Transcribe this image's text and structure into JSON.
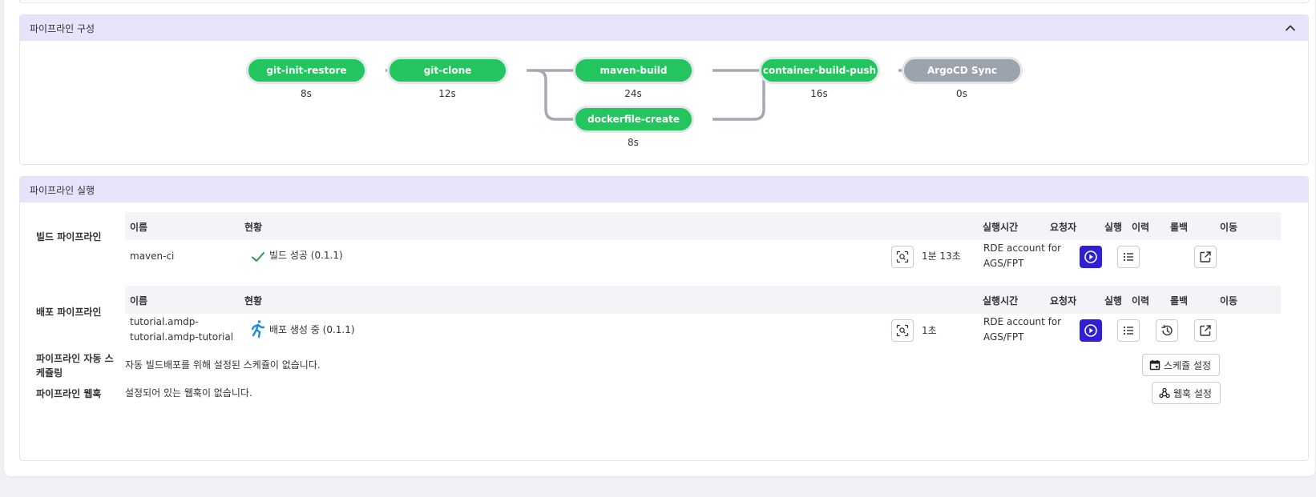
{
  "config_panel": {
    "title": "파이프라인 구성",
    "nodes": [
      {
        "id": "git-init-restore",
        "label": "git-init-restore",
        "duration": "8s",
        "status": "success"
      },
      {
        "id": "git-clone",
        "label": "git-clone",
        "duration": "12s",
        "status": "success"
      },
      {
        "id": "maven-build",
        "label": "maven-build",
        "duration": "24s",
        "status": "success"
      },
      {
        "id": "dockerfile-create",
        "label": "dockerfile-create",
        "duration": "8s",
        "status": "success"
      },
      {
        "id": "container-build-push",
        "label": "container-build-push",
        "duration": "16s",
        "status": "success"
      },
      {
        "id": "argocd-sync",
        "label": "ArgoCD Sync",
        "duration": "0s",
        "status": "pending"
      }
    ]
  },
  "run_panel": {
    "title": "파이프라인 실행",
    "columns": {
      "name": "이름",
      "status": "현황",
      "exec_time": "실행시간",
      "requester": "요청자",
      "run": "실행",
      "history": "이력",
      "rollback": "롤백",
      "move": "이동"
    },
    "build": {
      "section_label": "빌드 파이프라인",
      "name": "maven-ci",
      "status_text": "빌드 성공 (0.1.1)",
      "exec_time": "1분 13초",
      "requester": "RDE account for AGS/FPT"
    },
    "deploy": {
      "section_label": "배포 파이프라인",
      "name": "tutorial.amdp-tutorial.amdp-tutorial",
      "status_text": "배포 생성 중 (0.1.1)",
      "exec_time": "1초",
      "requester": "RDE account for AGS/FPT"
    },
    "schedule": {
      "section_label": "파이프라인 자동 스케쥴링",
      "message": "자동 빌드배포를 위해 설정된 스케쥴이 없습니다.",
      "button": "스케쥴 설정"
    },
    "webhook": {
      "section_label": "파이프라인 웹훅",
      "message": "설정되어 있는 웹훅이 없습니다.",
      "button": "웹훅 설정"
    }
  },
  "colors": {
    "success": "#22c55e",
    "pending": "#9ca3af",
    "header_bg": "#e6e4fb",
    "primary": "#2f1fd6"
  }
}
